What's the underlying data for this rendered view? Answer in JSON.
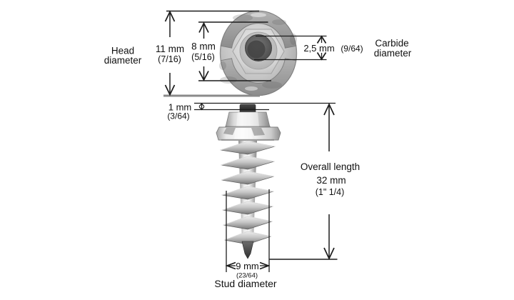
{
  "diagram_title": "tire-stud-dimension-diagram",
  "colors": {
    "background": "#ffffff",
    "dimension_line": "#1c1c1c",
    "reference_gray_line": "#8a8a8a",
    "text": "#111111",
    "metal_light": "#f2f2f2",
    "metal_mid": "#b5b5b5",
    "carbide_dark": "#3a3a3a"
  },
  "dims": {
    "head": {
      "label1": "Head",
      "label2": "diameter",
      "value": "11 mm",
      "frac": "(7/16)"
    },
    "inner": {
      "value": "8 mm",
      "frac": "(5/16)"
    },
    "carbide": {
      "value": "2,5 mm",
      "frac": "(9/64)",
      "label1": "Carbide",
      "label2": "diameter"
    },
    "tip": {
      "value": "1 mm",
      "frac": "(3/64)"
    },
    "overall": {
      "label": "Overall length",
      "value": "32 mm",
      "frac": "(1\" 1/4)"
    },
    "stud": {
      "value": "9 mm",
      "frac": "(23/64)",
      "label": "Stud diameter"
    }
  }
}
